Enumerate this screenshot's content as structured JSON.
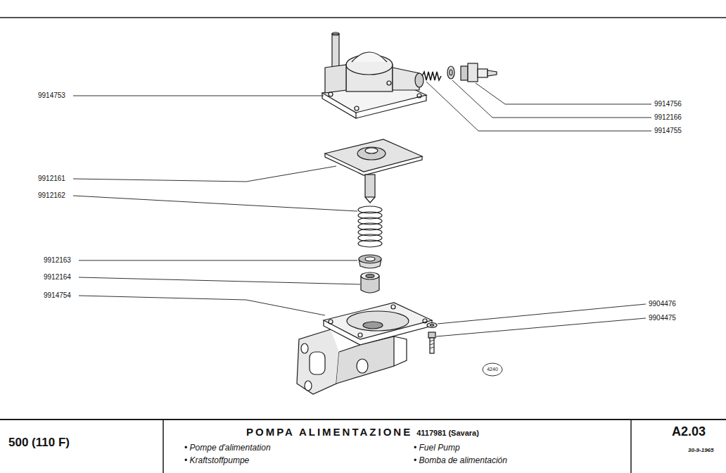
{
  "diagram": {
    "title": "POMPA ALIMENTAZIONE",
    "labels": [
      "9914753",
      "9912161",
      "9912162",
      "9912163",
      "9912164",
      "9914754",
      "9914756",
      "9912166",
      "9914755",
      "9904476",
      "9904475",
      "4240",
      "500 (110 F)",
      "4117981 (Savara)",
      "• Pompe d'alimentation",
      "• Kraftstoffpumpe",
      "• Fuel Pump",
      "• Bomba de alimentación",
      "A2.03",
      "30-9-1965"
    ]
  }
}
